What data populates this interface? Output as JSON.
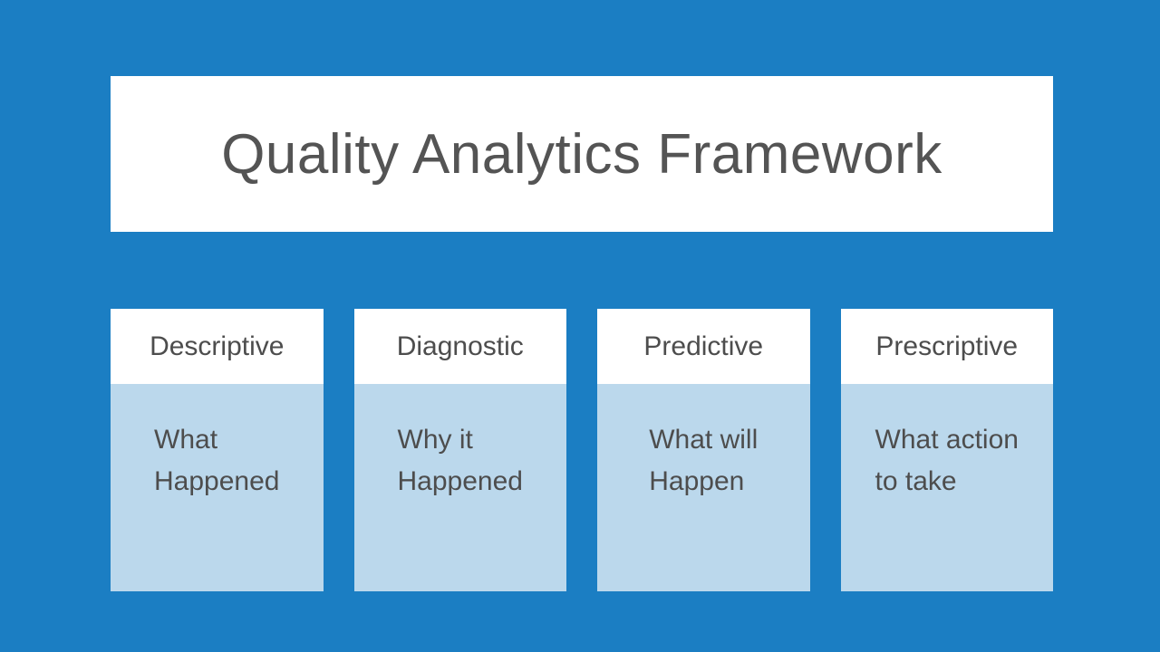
{
  "slide": {
    "title": "Quality Analytics Framework",
    "colors": {
      "background": "#1B7EC3",
      "card_header_bg": "#FFFFFF",
      "card_body_bg": "#BBD8EC",
      "text": "#4D4D4D",
      "title_text": "#545454"
    },
    "columns": [
      {
        "header": "Descriptive",
        "body": "What\nHappened"
      },
      {
        "header": "Diagnostic",
        "body": "Why it\nHappened"
      },
      {
        "header": "Predictive",
        "body": "What will\nHappen"
      },
      {
        "header": "Prescriptive",
        "body": "What action\nto take"
      }
    ]
  }
}
